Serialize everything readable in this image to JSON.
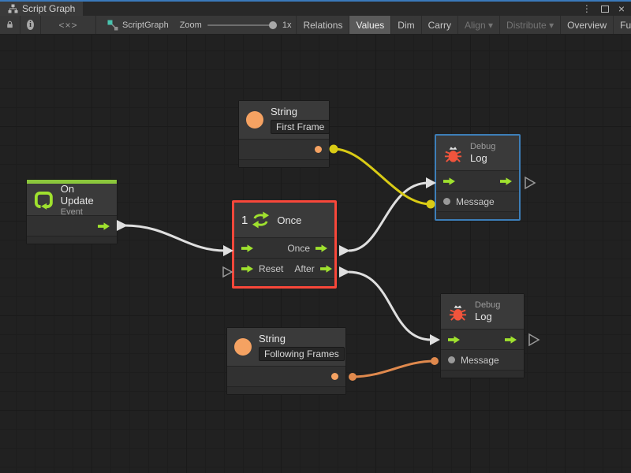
{
  "window": {
    "tab_label": "Script Graph",
    "menu_glyph": "⋮",
    "close_glyph": "×"
  },
  "toolbar": {
    "code_glyph": "<×>",
    "info_glyph": "i",
    "graph_label": "ScriptGraph",
    "zoom_label": "Zoom",
    "zoom_value": "1x",
    "caret": "▾",
    "buttons": [
      {
        "label": "Relations",
        "active": false,
        "disabled": false
      },
      {
        "label": "Values",
        "active": true,
        "disabled": false
      },
      {
        "label": "Dim",
        "active": false,
        "disabled": false
      },
      {
        "label": "Carry",
        "active": false,
        "disabled": false
      },
      {
        "label": "Align",
        "active": false,
        "disabled": true,
        "dropdown": true
      },
      {
        "label": "Distribute",
        "active": false,
        "disabled": true,
        "dropdown": true
      },
      {
        "label": "Overview",
        "active": false,
        "disabled": false
      },
      {
        "label": "Full Screen",
        "active": false,
        "disabled": false
      }
    ]
  },
  "graph": {
    "nodes": {
      "string_first": {
        "title": "String",
        "field": "First Frame"
      },
      "on_update": {
        "title": "On Update",
        "subtitle": "Event"
      },
      "once": {
        "badge": "1",
        "title": "Once",
        "out1": "Once",
        "in2": "Reset",
        "out2": "After"
      },
      "debug_log_top": {
        "category": "Debug",
        "title": "Log",
        "value_port": "Message"
      },
      "debug_log_bottom": {
        "category": "Debug",
        "title": "Log",
        "value_port": "Message"
      },
      "string_following": {
        "title": "String",
        "field": "Following Frames"
      }
    }
  },
  "colors": {
    "focus_blue": "#3a79bb",
    "green": "#9fe12e",
    "green_header": "#8bc73c",
    "orange": "#f5a262",
    "bug_red": "#f1543c",
    "wire_white": "#dfdfdf",
    "wire_yellow": "#d9cb15",
    "wire_orange": "#e0894d",
    "selection_red": "#f8473a",
    "selection_blue": "#3d7eb8"
  }
}
